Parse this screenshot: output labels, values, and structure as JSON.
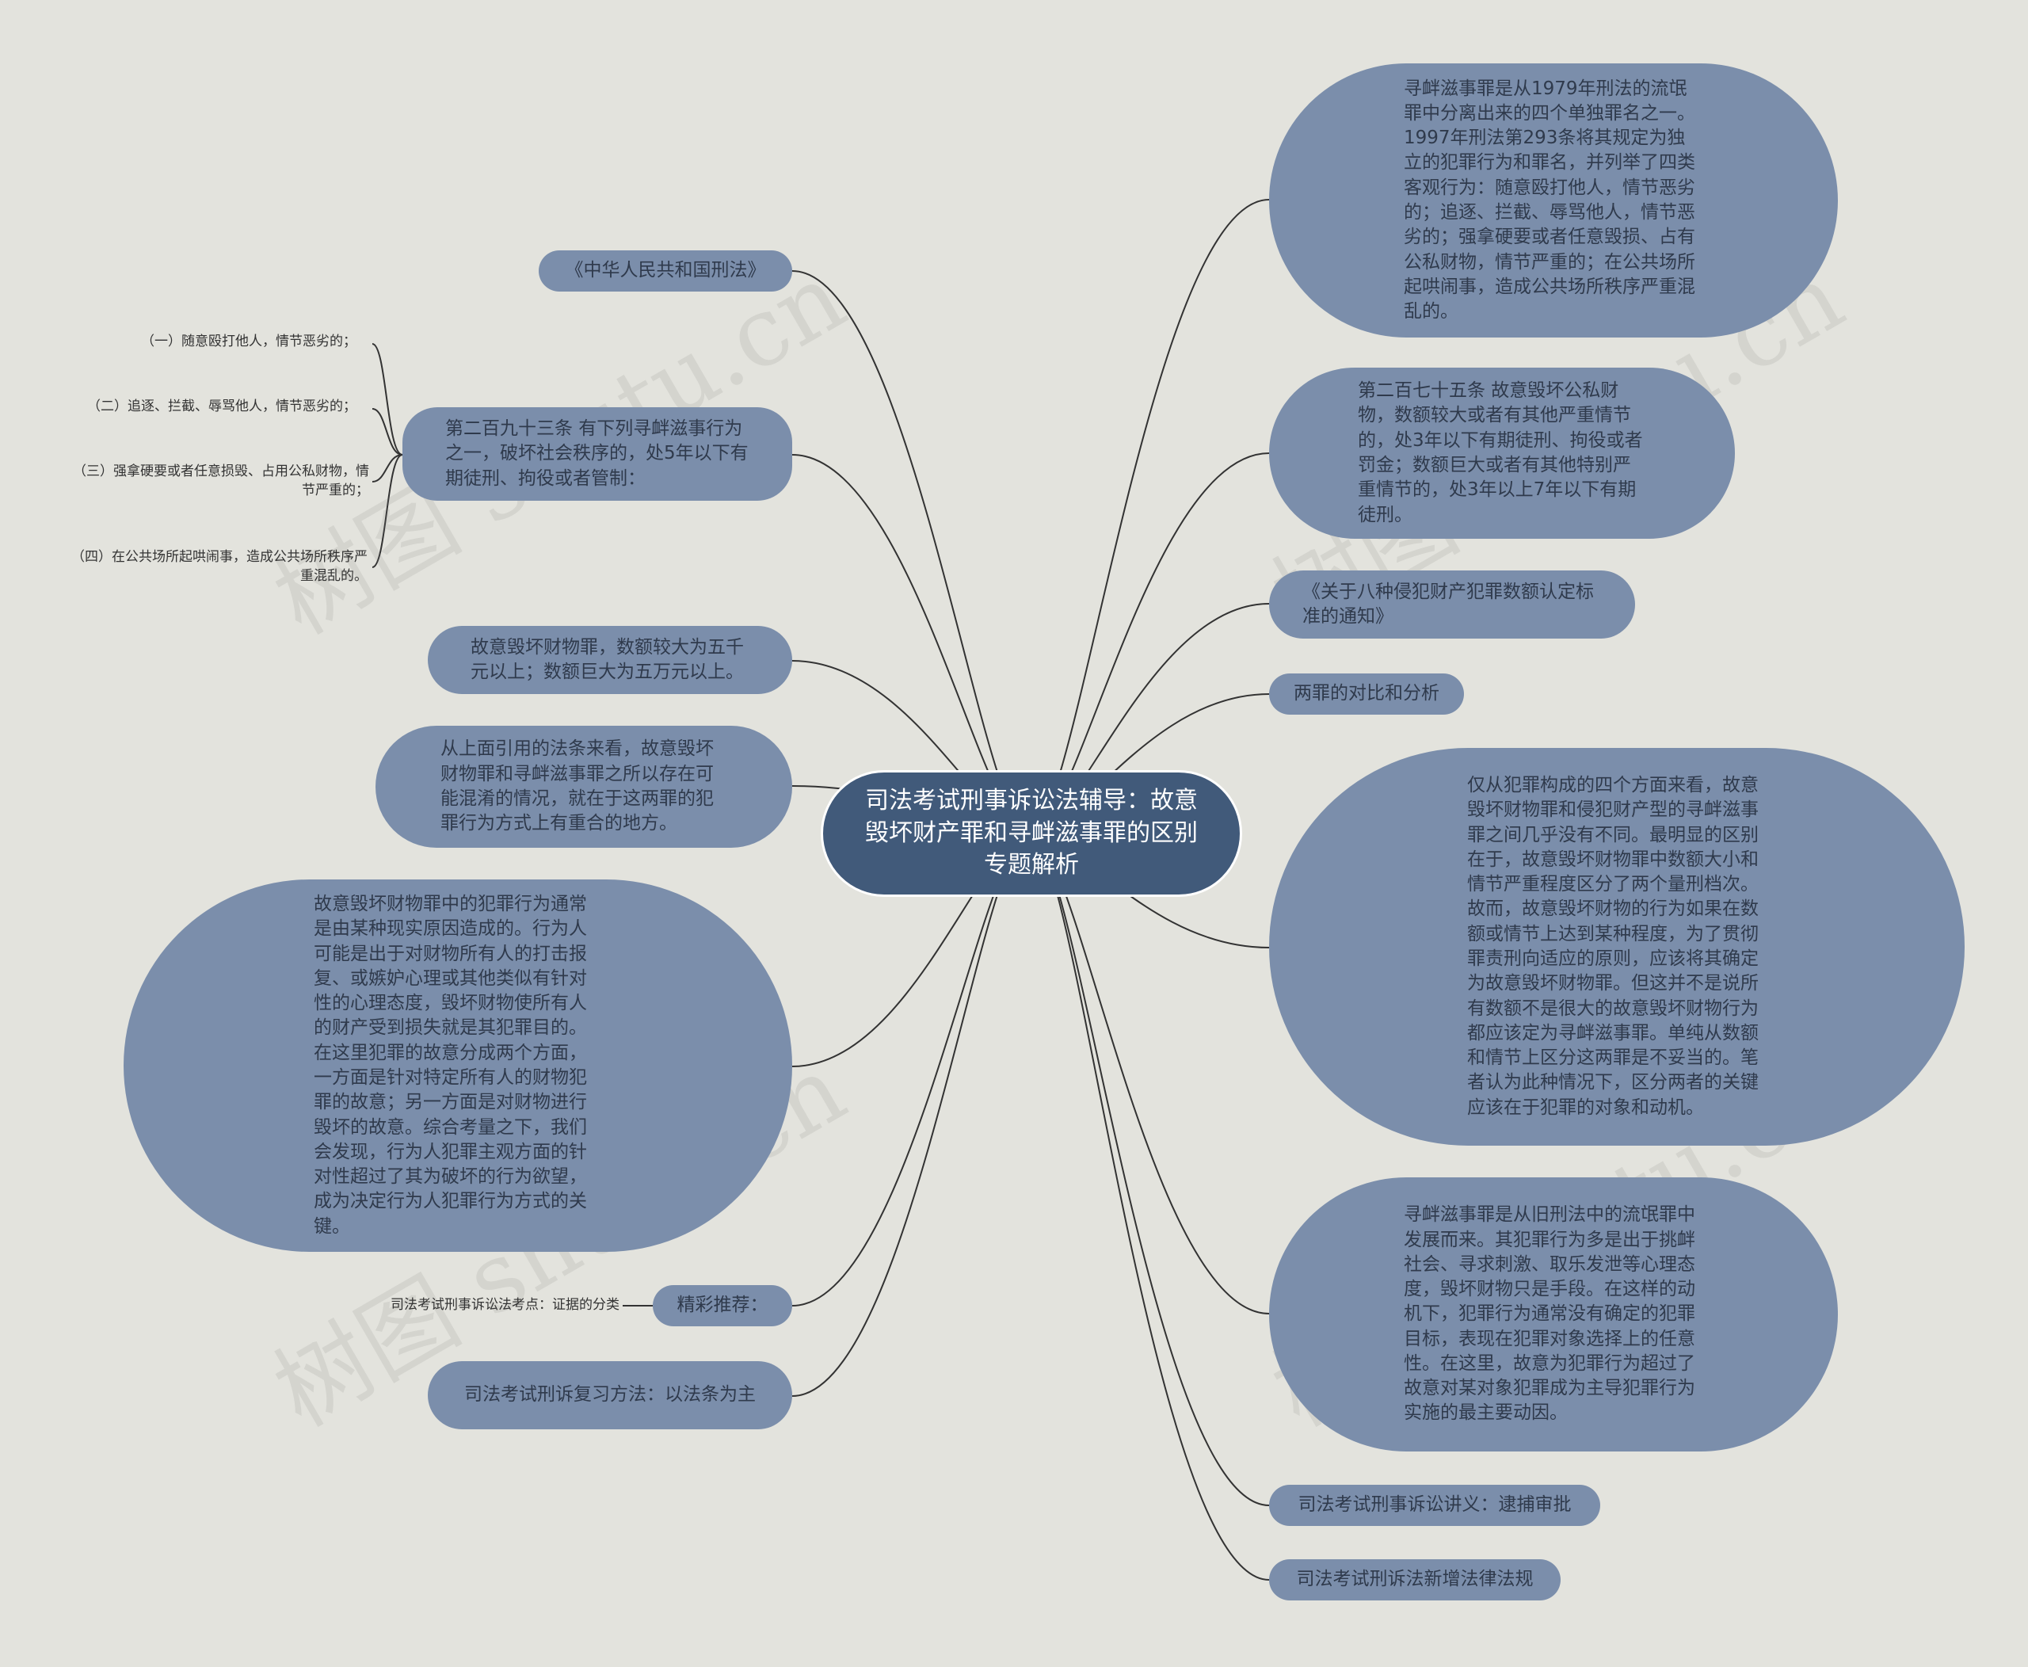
{
  "center": "司法考试刑事诉讼法辅导：故意毁坏财产罪和寻衅滋事罪的区别专题解析",
  "left_nodes": {
    "criminal_law": "《中华人民共和国刑法》",
    "article_293": "第二百九十三条 有下列寻衅滋事行为之一，破坏社会秩序的，处5年以下有期徒刑、拘役或者管制：",
    "amount": "故意毁坏财物罪，数额较大为五千元以上；数额巨大为五万元以上。",
    "confusion": "从上面引用的法条来看，故意毁坏财物罪和寻衅滋事罪之所以存在可能混淆的情况，就在于这两罪的犯罪行为方式上有重合的地方。",
    "motive": "故意毁坏财物罪中的犯罪行为通常是由某种现实原因造成的。行为人可能是出于对财物所有人的打击报复、或嫉妒心理或其他类似有针对性的心理态度，毁坏财物使所有人的财产受到损失就是其犯罪目的。在这里犯罪的故意分成两个方面，一方面是针对特定所有人的财物犯罪的故意；另一方面是对财物进行毁坏的故意。综合考量之下，我们会发现，行为人犯罪主观方面的针对性超过了其为破坏的行为欲望，成为决定行为人犯罪行为方式的关键。",
    "recommend": "精彩推荐：",
    "review": "司法考试刑诉复习方法：以法条为主"
  },
  "article_items": [
    "（一）随意殴打他人，情节恶劣的；",
    "（二）追逐、拦截、辱骂他人，情节恶劣的；",
    "（三）强拿硬要或者任意损毁、占用公私财物，情节严重的；",
    "（四）在公共场所起哄闹事，造成公共场所秩序严重混乱的。"
  ],
  "recommend_item": "司法考试刑事诉讼法考点：证据的分类",
  "right_nodes": {
    "origin": "寻衅滋事罪是从1979年刑法的流氓罪中分离出来的四个单独罪名之一。1997年刑法第293条将其规定为独立的犯罪行为和罪名，并列举了四类客观行为：随意殴打他人，情节恶劣的；追逐、拦截、辱骂他人，情节恶劣的；强拿硬要或者任意毁损、占有公私财物，情节严重的；在公共场所起哄闹事，造成公共场所秩序严重混乱的。",
    "article_275": "第二百七十五条 故意毁坏公私财物，数额较大或者有其他严重情节的，处3年以下有期徒刑、拘役或者罚金；数额巨大或者有其他特别严重情节的，处3年以上7年以下有期徒刑。",
    "notice": "《关于八种侵犯财产犯罪数额认定标准的通知》",
    "compare": "两罪的对比和分析",
    "analysis": "仅从犯罪构成的四个方面来看，故意毁坏财物罪和侵犯财产型的寻衅滋事罪之间几乎没有不同。最明显的区别在于，故意毁坏财物罪中数额大小和情节严重程度区分了两个量刑档次。故而，故意毁坏财物的行为如果在数额或情节上达到某种程度，为了贯彻罪责刑向适应的原则，应该将其确定为故意毁坏财物罪。但这并不是说所有数额不是很大的故意毁坏财物行为都应该定为寻衅滋事罪。单纯从数额和情节上区分这两罪是不妥当的。笔者认为此种情况下，区分两者的关键应该在于犯罪的对象和动机。",
    "provoke": "寻衅滋事罪是从旧刑法中的流氓罪中发展而来。其犯罪行为多是出于挑衅社会、寻求刺激、取乐发泄等心理态度，毁坏财物只是手段。在这样的动机下，犯罪行为通常没有确定的犯罪目标，表现在犯罪对象选择上的任意性。在这里，故意为犯罪行为超过了故意对某对象犯罪成为主导犯罪行为实施的最主要动因。",
    "arrest": "司法考试刑事诉讼讲义：逮捕审批",
    "new_laws": "司法考试刑诉法新增法律法规"
  },
  "watermark": "树图 shutu.cn",
  "colors": {
    "background": "#e3e3dd",
    "center": "#415a7a",
    "node": "#7b8eab",
    "node_text": "#2f3a4c",
    "line": "#333333"
  }
}
